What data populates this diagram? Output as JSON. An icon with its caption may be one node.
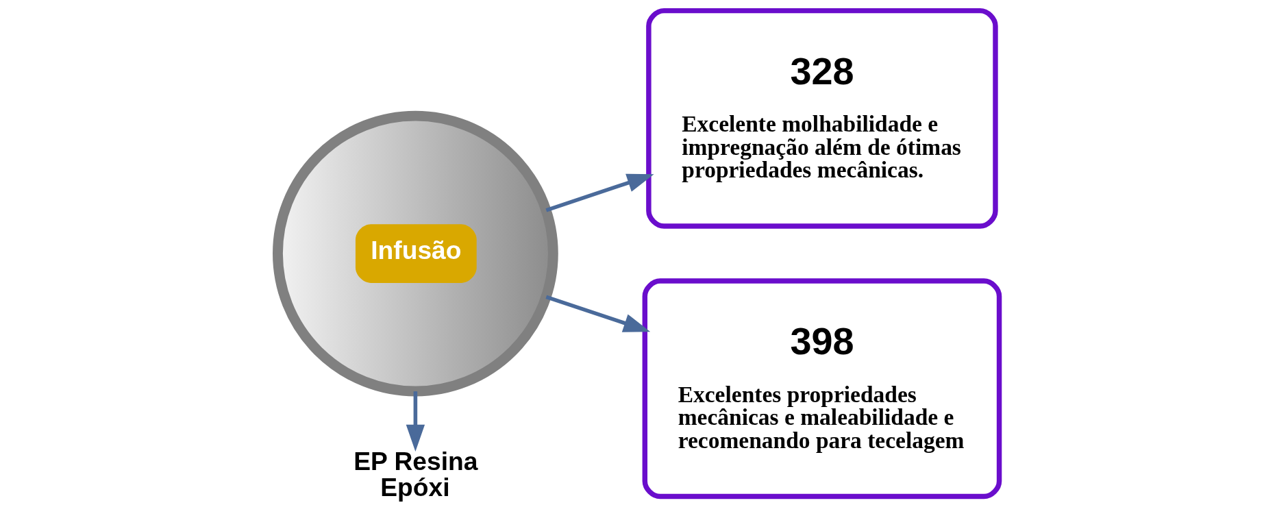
{
  "diagram": {
    "nodes": [
      {
        "text": [
          "EP Resina Epóxi"
        ]
      },
      {
        "text": [
          "328",
          "Excelente molhabilidade e impregnação além de ótimas propriedades mecânicas."
        ]
      },
      {
        "text": [
          "Infusão"
        ]
      },
      {
        "text": [
          "398",
          "Excelentes propriedades mecânicas e maleabilidade e recomenando para tecelagem"
        ]
      }
    ],
    "edges": [
      {
        "from": 2,
        "to": 0,
        "arrow": "to"
      },
      {
        "from": 2,
        "to": 1,
        "arrow": "to"
      },
      {
        "from": 2,
        "to": 3,
        "arrow": "to"
      }
    ]
  }
}
